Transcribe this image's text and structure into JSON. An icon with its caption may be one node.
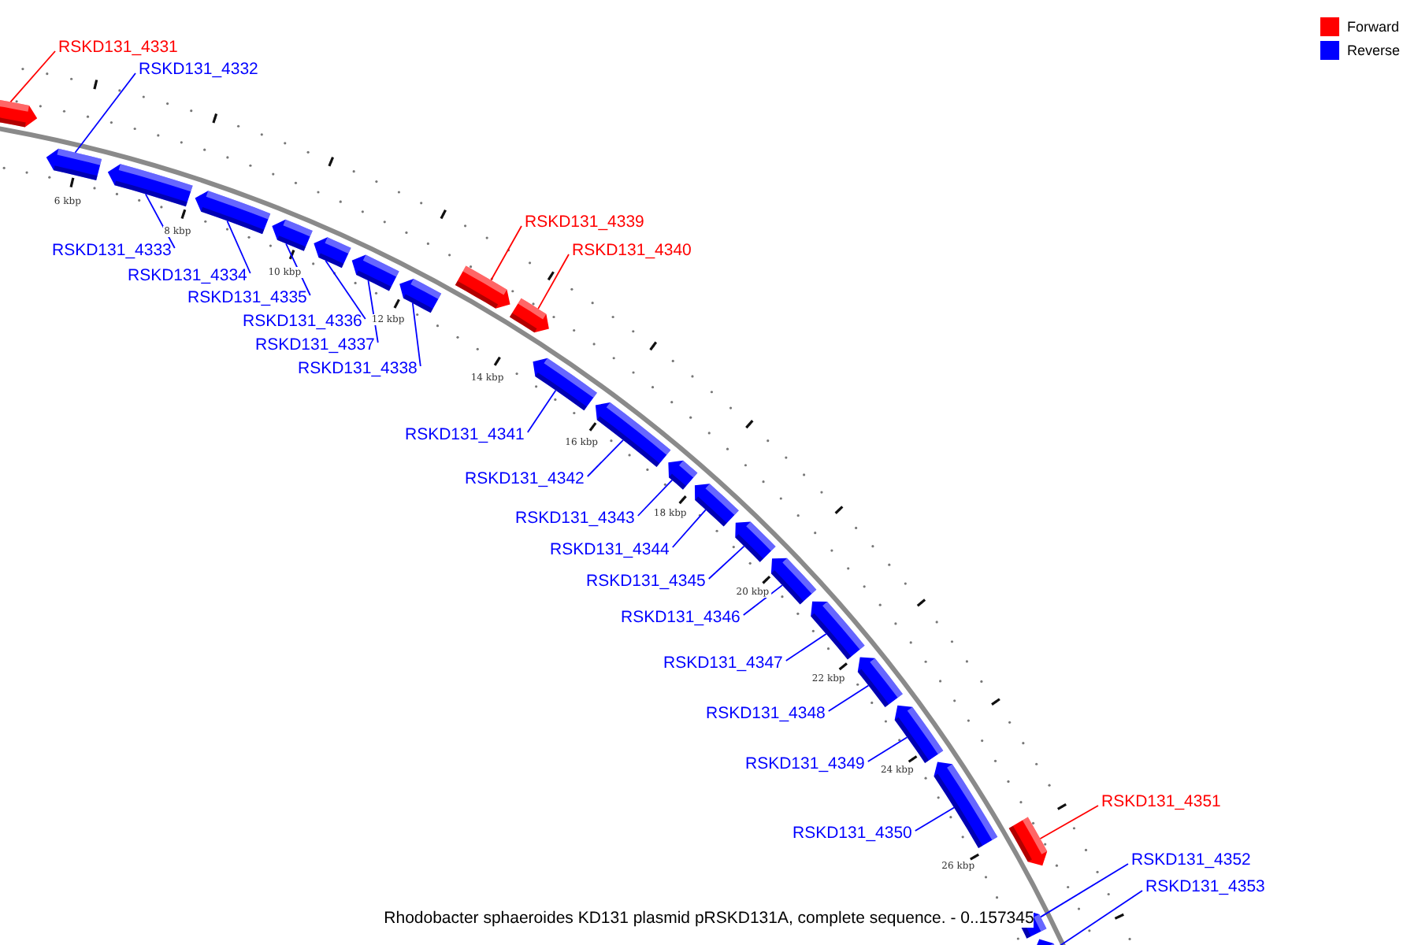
{
  "diagram": {
    "caption": "Rhodobacter sphaeroides KD131 plasmid pRSKD131A, complete sequence. - 0..157345",
    "nodes": [
      {
        "text": [
          "RSKD131_4331"
        ]
      },
      {
        "text": [
          "RSKD131_4332"
        ]
      },
      {
        "text": [
          "RSKD131_4333"
        ]
      },
      {
        "text": [
          "RSKD131_4334"
        ]
      },
      {
        "text": [
          "RSKD131_4335"
        ]
      },
      {
        "text": [
          "RSKD131_4336"
        ]
      },
      {
        "text": [
          "RSKD131_4337"
        ]
      },
      {
        "text": [
          "RSKD131_4338"
        ]
      },
      {
        "text": [
          "RSKD131_4339"
        ]
      },
      {
        "text": [
          "RSKD131_4340"
        ]
      },
      {
        "text": [
          "RSKD131_4341"
        ]
      },
      {
        "text": [
          "RSKD131_4342"
        ]
      },
      {
        "text": [
          "RSKD131_4343"
        ]
      },
      {
        "text": [
          "RSKD131_4344"
        ]
      },
      {
        "text": [
          "RSKD131_4345"
        ]
      },
      {
        "text": [
          "RSKD131_4346"
        ]
      },
      {
        "text": [
          "RSKD131_4347"
        ]
      },
      {
        "text": [
          "RSKD131_4348"
        ]
      },
      {
        "text": [
          "RSKD131_4349"
        ]
      },
      {
        "text": [
          "RSKD131_4350"
        ]
      },
      {
        "text": [
          "RSKD131_4351"
        ]
      },
      {
        "text": [
          "RSKD131_4352"
        ]
      },
      {
        "text": [
          "RSKD131_4353"
        ]
      },
      {
        "text": [],
        "shape": "arrow"
      },
      {
        "text": [],
        "shape": "arrow"
      },
      {
        "text": [],
        "shape": "arrow"
      },
      {
        "text": [],
        "shape": "arrow"
      },
      {
        "text": [],
        "shape": "arrow"
      },
      {
        "text": [],
        "shape": "arrow"
      },
      {
        "text": [],
        "shape": "arrow"
      },
      {
        "text": [],
        "shape": "arrow"
      },
      {
        "text": [],
        "shape": "arrow"
      },
      {
        "text": [],
        "shape": "arrow"
      },
      {
        "text": [],
        "shape": "arrow"
      },
      {
        "text": [],
        "shape": "arrow"
      },
      {
        "text": [],
        "shape": "arrow"
      },
      {
        "text": [],
        "shape": "arrow"
      },
      {
        "text": [],
        "shape": "arrow"
      },
      {
        "text": [],
        "shape": "arrow"
      },
      {
        "text": [],
        "shape": "arrow"
      },
      {
        "text": [],
        "shape": "arrow"
      },
      {
        "text": [],
        "shape": "arrow"
      },
      {
        "text": [],
        "shape": "arrow"
      },
      {
        "text": [],
        "shape": "arrow"
      },
      {
        "text": [],
        "shape": "arrow"
      },
      {
        "text": [],
        "shape": "arrow"
      }
    ],
    "edges": [
      {
        "from": 0,
        "to": 23,
        "arrow": "none",
        "color": "#ff0000"
      },
      {
        "from": 1,
        "to": 24,
        "arrow": "none"
      },
      {
        "from": 2,
        "to": 25,
        "arrow": "none"
      },
      {
        "from": 3,
        "to": 26,
        "arrow": "none"
      },
      {
        "from": 4,
        "to": 27,
        "arrow": "none"
      },
      {
        "from": 5,
        "to": 28,
        "arrow": "none"
      },
      {
        "from": 6,
        "to": 29,
        "arrow": "none"
      },
      {
        "from": 7,
        "to": 30,
        "arrow": "none"
      },
      {
        "from": 8,
        "to": 31,
        "arrow": "none",
        "color": "#ff0000"
      },
      {
        "from": 9,
        "to": 32,
        "arrow": "none",
        "color": "#ff0000"
      },
      {
        "from": 10,
        "to": 33,
        "arrow": "none"
      },
      {
        "from": 11,
        "to": 34,
        "arrow": "none"
      },
      {
        "from": 12,
        "to": 35,
        "arrow": "none"
      },
      {
        "from": 13,
        "to": 36,
        "arrow": "none"
      },
      {
        "from": 14,
        "to": 37,
        "arrow": "none"
      },
      {
        "from": 15,
        "to": 38,
        "arrow": "none"
      },
      {
        "from": 16,
        "to": 39,
        "arrow": "none"
      },
      {
        "from": 17,
        "to": 40,
        "arrow": "none"
      },
      {
        "from": 18,
        "to": 41,
        "arrow": "none"
      },
      {
        "from": 19,
        "to": 42,
        "arrow": "none"
      },
      {
        "from": 20,
        "to": 43,
        "arrow": "none",
        "color": "#ff0000"
      },
      {
        "from": 21,
        "to": 44,
        "arrow": "none"
      },
      {
        "from": 22,
        "to": 45,
        "arrow": "none"
      }
    ],
    "labels": [
      "6 kbp",
      "8 kbp",
      "10 kbp",
      "12 kbp",
      "14 kbp",
      "16 kbp",
      "18 kbp",
      "20 kbp",
      "22 kbp",
      "24 kbp",
      "26 kbp"
    ],
    "legend": [
      {
        "text": "Forward",
        "color": "#ff0000"
      },
      {
        "text": "Reverse",
        "color": "#0000ff"
      }
    ]
  }
}
